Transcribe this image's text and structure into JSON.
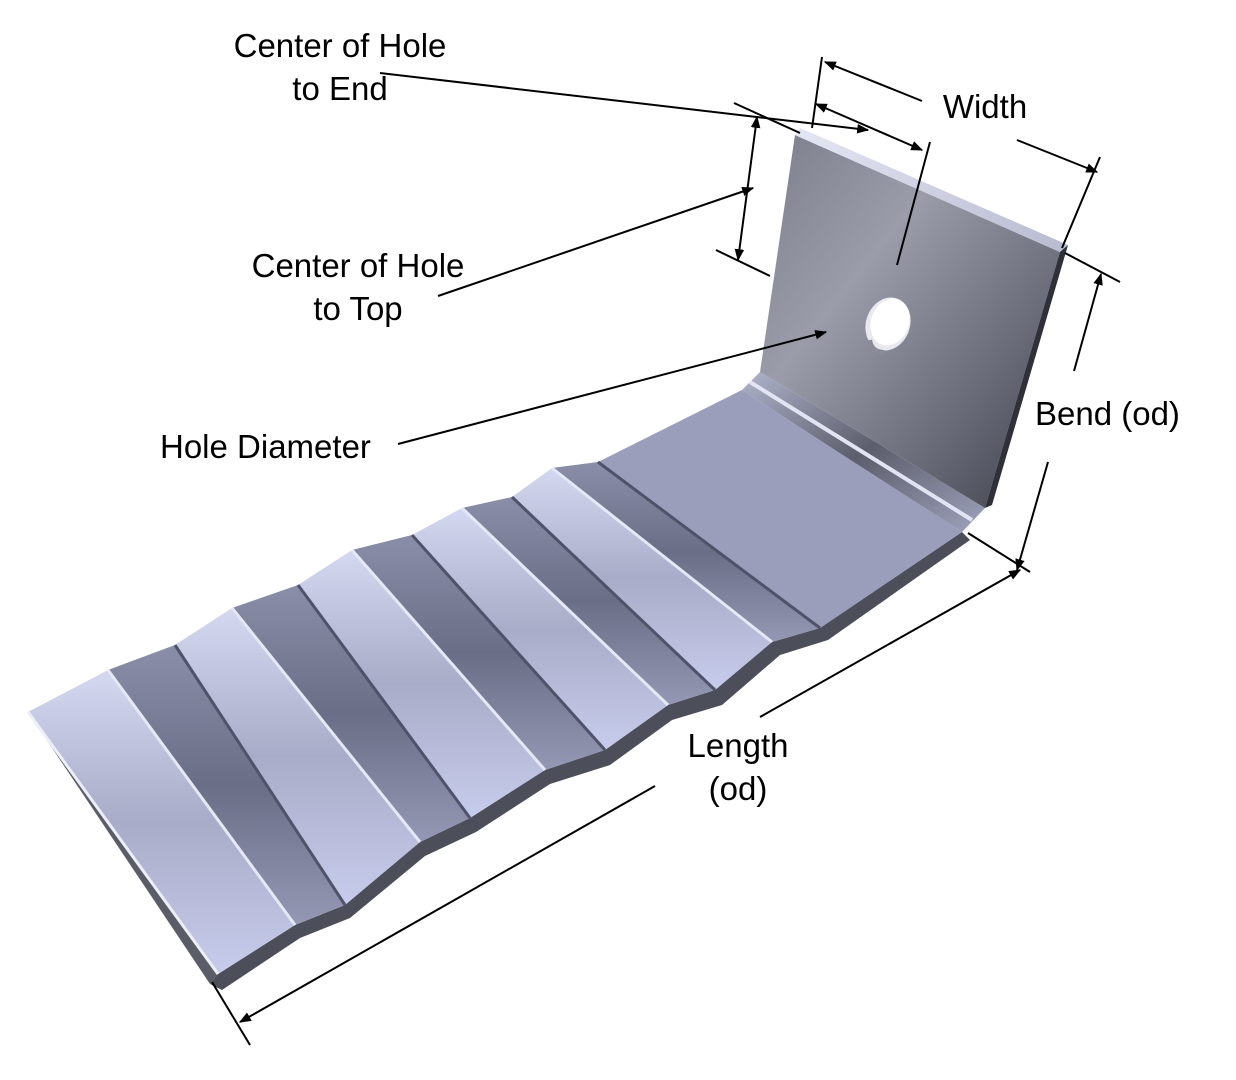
{
  "labels": {
    "center_of_hole_to_end": [
      "Center of Hole",
      "to End"
    ],
    "width": "Width",
    "center_of_hole_to_top": [
      "Center of Hole",
      "to Top"
    ],
    "hole_diameter": "Hole Diameter",
    "bend_od": "Bend (od)",
    "length_od": [
      "Length",
      "(od)"
    ]
  },
  "colors": {
    "metal_light": "#c4c8e4",
    "metal_mid": "#8a8ea8",
    "metal_dark": "#4a4c58",
    "line": "#000000",
    "background": "#ffffff"
  }
}
